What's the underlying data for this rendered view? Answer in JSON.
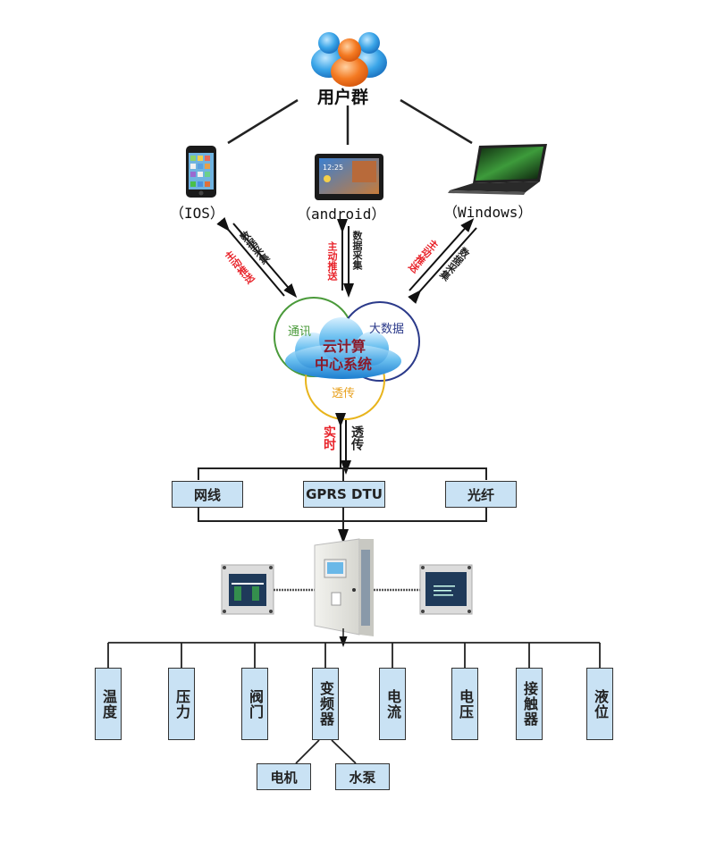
{
  "user_group": {
    "label": "用户群",
    "icon": "user-group-icon"
  },
  "devices": [
    {
      "label": "（IOS）",
      "icon": "iphone-icon"
    },
    {
      "label": "（android）",
      "icon": "android-tablet-icon"
    },
    {
      "label": "（Windows）",
      "icon": "windows-laptop-icon"
    }
  ],
  "links": {
    "push": "主动推送",
    "collect": "数据采集"
  },
  "cloud": {
    "title_line1": "云计算",
    "title_line2": "中心系统",
    "circles": {
      "communication": "通讯",
      "big_data": "大数据",
      "transparent": "透传"
    },
    "colors": {
      "communication": "#4a9a3a",
      "big_data": "#2b3a8a",
      "transparent": "#e8b41c",
      "title": "#8b1a2a"
    }
  },
  "realtime_link": {
    "left": "实时",
    "right": "透传"
  },
  "network": {
    "options": [
      "网线",
      "GPRS DTU",
      "光纤"
    ]
  },
  "hardware": {
    "left_module": "sensor-module-display",
    "cabinet": "control-cabinet",
    "right_module": "io-module"
  },
  "endpoints": [
    "温度",
    "压力",
    "阀门",
    "变频器",
    "电流",
    "电压",
    "接触器",
    "液位"
  ],
  "inverter_children": [
    "电机",
    "水泵"
  ],
  "colors": {
    "box_fill": "#c9e2f4",
    "push_text": "#e8232a",
    "line": "#222222"
  }
}
